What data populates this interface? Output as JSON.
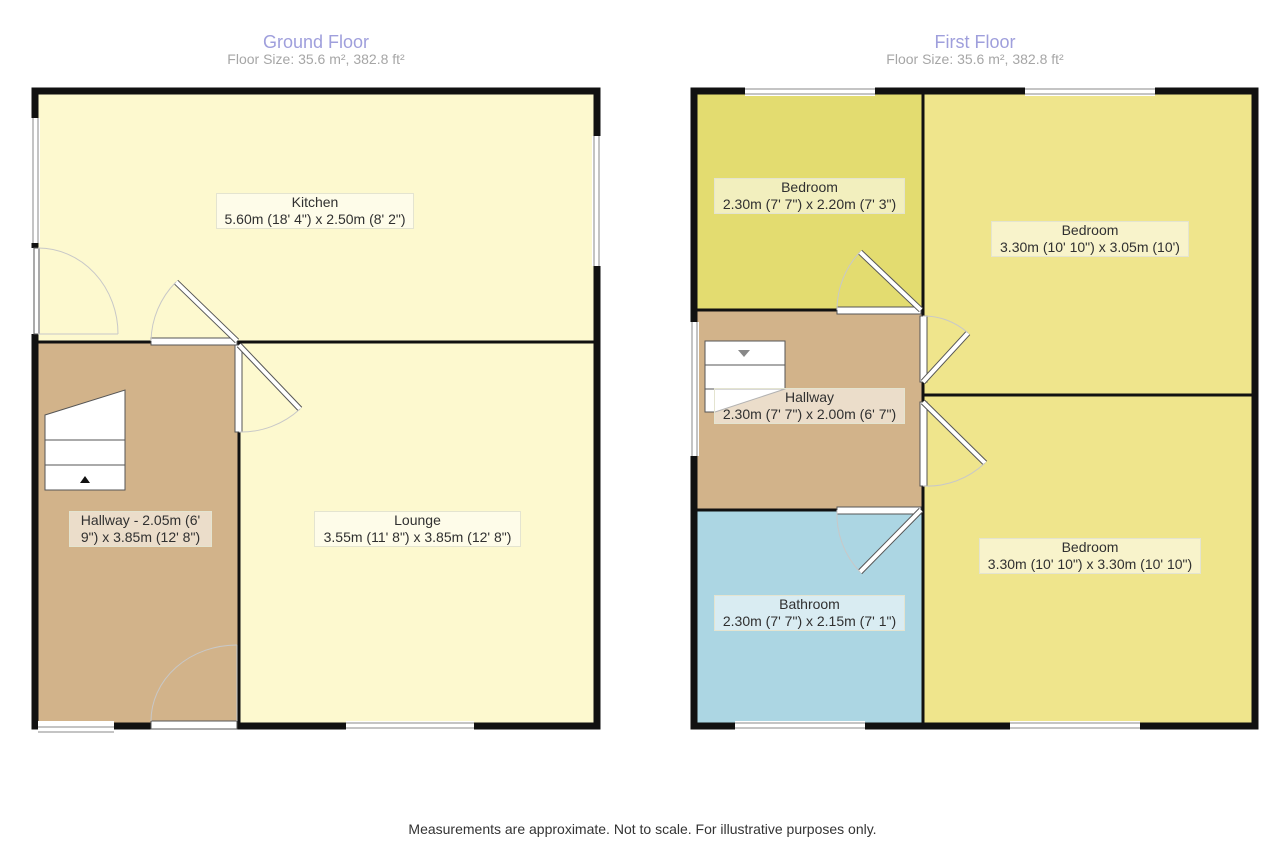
{
  "floors": [
    {
      "title": "Ground Floor",
      "size": "Floor Size: 35.6 m², 382.8 ft²"
    },
    {
      "title": "First Floor",
      "size": "Floor Size: 35.6 m², 382.8 ft²"
    }
  ],
  "rooms": {
    "kitchen": {
      "name": "Kitchen",
      "dims": "5.60m (18' 4\") x 2.50m (8' 2\")"
    },
    "ground_hallway": {
      "name": "Hallway - 2.05m (6'",
      "dims": "9\") x 3.85m (12' 8\")"
    },
    "lounge": {
      "name": "Lounge",
      "dims": "3.55m (11' 8\") x 3.85m (12' 8\")"
    },
    "bedroom_small": {
      "name": "Bedroom",
      "dims": "2.30m (7' 7\") x 2.20m (7' 3\")"
    },
    "bedroom_rear": {
      "name": "Bedroom",
      "dims": "3.30m (10' 10\") x 3.05m (10')"
    },
    "first_hallway": {
      "name": "Hallway",
      "dims": "2.30m (7' 7\") x 2.00m (6' 7\")"
    },
    "bedroom_front": {
      "name": "Bedroom",
      "dims": "3.30m (10' 10\") x 3.30m (10' 10\")"
    },
    "bathroom": {
      "name": "Bathroom",
      "dims": "2.30m (7' 7\") x 2.15m (7' 1\")"
    }
  },
  "colors": {
    "wall": "#111111",
    "kitchen_lounge": "#fdf9cf",
    "hallway": "#d2b38a",
    "bedroom": "#efe58c",
    "bathroom": "#acd6e3"
  },
  "footer": "Measurements are approximate. Not to scale. For illustrative purposes only."
}
